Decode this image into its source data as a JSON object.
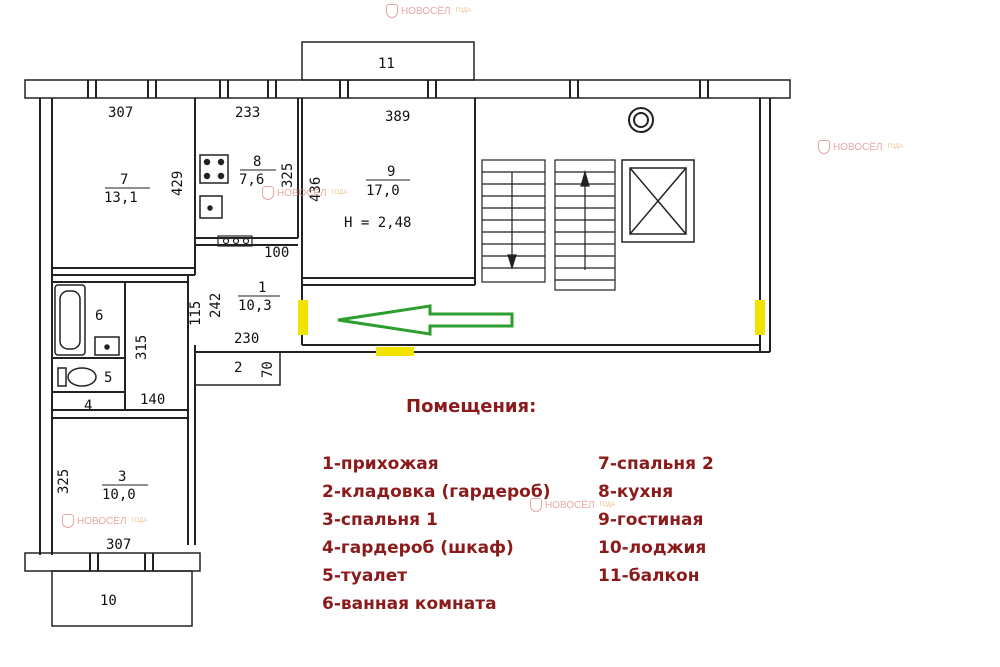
{
  "rooms": [
    {
      "num": "1",
      "area": "10,3"
    },
    {
      "num": "3",
      "area": "10,0"
    },
    {
      "num": "5",
      "area": ""
    },
    {
      "num": "6",
      "area": ""
    },
    {
      "num": "7",
      "area": "13,1"
    },
    {
      "num": "8",
      "area": "7,6"
    },
    {
      "num": "9",
      "area": "17,0"
    },
    {
      "num": "10",
      "area": ""
    },
    {
      "num": "11",
      "area": ""
    }
  ],
  "ceiling_height": "H = 2,48",
  "dimensions": {
    "d307_top": "307",
    "d233": "233",
    "d389": "389",
    "d429": "429",
    "d325_kitchen": "325",
    "d436": "436",
    "d100": "100",
    "d242": "242",
    "d115": "115",
    "d315": "315",
    "d230": "230",
    "d2": "2",
    "d70": "70",
    "d140": "140",
    "d4": "4",
    "d325_bed": "325",
    "d307_bottom": "307"
  },
  "legend": {
    "title": "Помещения:",
    "left": [
      "1-прихожая",
      "2-кладовка (гардероб)",
      "3-спальня 1",
      "4-гардероб (шкаф)",
      "5-туалет",
      "6-ванная комната"
    ],
    "right": [
      "7-спальня 2",
      "8-кухня",
      "9-гостиная",
      "10-лоджия",
      "11-балкон"
    ]
  },
  "watermark": {
    "text": "НОВОСЁЛ",
    "year": "ГОДА"
  },
  "colors": {
    "wall": "#222222",
    "arrow": "#2e9e2e",
    "door_marker": "#f2e200",
    "legend_text": "#8b1a1a",
    "watermark": "#e08a8a"
  }
}
